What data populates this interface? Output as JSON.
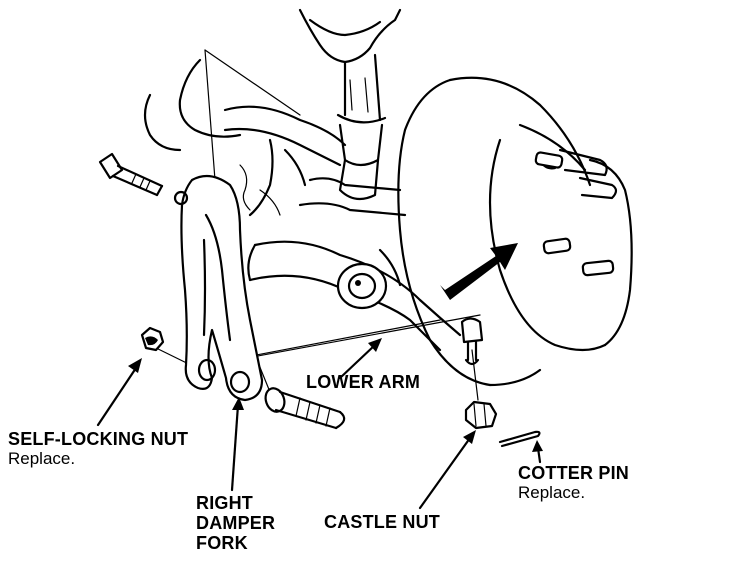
{
  "labels": {
    "self_locking_nut": {
      "name": "SELF-LOCKING NUT",
      "note": "Replace."
    },
    "right_damper_fork": {
      "line1": "RIGHT",
      "line2": "DAMPER",
      "line3": "FORK"
    },
    "lower_arm": {
      "name": "LOWER ARM"
    },
    "castle_nut": {
      "name": "CASTLE NUT"
    },
    "cotter_pin": {
      "name": "COTTER PIN",
      "note": "Replace."
    }
  },
  "colors": {
    "ink": "#000000",
    "background": "#ffffff"
  }
}
